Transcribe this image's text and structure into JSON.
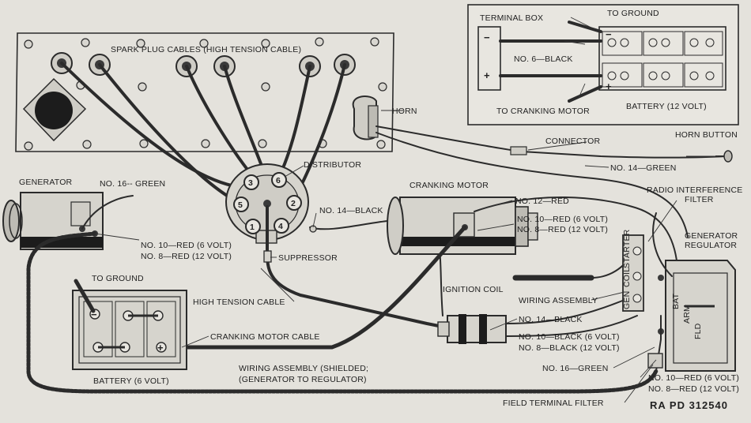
{
  "labels": {
    "spark_plug_cables": "SPARK PLUG CABLES (HIGH TENSION CABLE)",
    "terminal_box": "TERMINAL BOX",
    "to_ground_top": "TO GROUND",
    "no6_black": "NO. 6—BLACK",
    "to_cranking_motor": "TO CRANKING MOTOR",
    "battery_12": "BATTERY (12 VOLT)",
    "horn": "HORN",
    "connector": "CONNECTOR",
    "horn_button": "HORN BUTTON",
    "no14_green": "NO. 14—GREEN",
    "generator": "GENERATOR",
    "no16_green_left": "NO. 16-- GREEN",
    "distributor": "DISTRIBUTOR",
    "no14_black_dist": "NO. 14—BLACK",
    "cranking_motor": "CRANKING MOTOR",
    "no12_red": "NO. 12—RED",
    "radio_filter_1": "RADIO INTERFERENCE",
    "radio_filter_2": "FILTER",
    "no10_red_6v_mid": "NO. 10—RED (6 VOLT)",
    "no8_red_12v_mid": "NO. 8—RED (12 VOLT)",
    "gen_reg_1": "GENERATOR",
    "gen_reg_2": "REGULATOR",
    "no10_red_6v_left": "NO. 10—RED (6 VOLT)",
    "no8_red_12v_left": "NO. 8—RED (12 VOLT)",
    "suppressor": "SUPPRESSOR",
    "to_ground_bottom": "TO GROUND",
    "ignition_coil": "IGNITION COIL",
    "wiring_assembly": "WIRING ASSEMBLY",
    "high_tension_cable": "HIGH TENSION CABLE",
    "no14_black_coil": "NO. 14—BLACK",
    "cranking_motor_cable": "CRANKING MOTOR CABLE",
    "no10_black_6v": "NO. 10—BLACK (6 VOLT)",
    "no8_black_12v": "NO. 8—BLACK (12 VOLT)",
    "no16_green_right": "NO. 16—GREEN",
    "battery_6": "BATTERY (6 VOLT)",
    "wiring_shielded_1": "WIRING ASSEMBLY (SHIELDED;",
    "wiring_shielded_2": "(GENERATOR TO REGULATOR)",
    "no10_red_6v_right": "NO. 10—RED (6 VOLT)",
    "no8_red_12v_right": "NO. 8—RED (12 VOLT)",
    "field_terminal_filter": "FIELD TERMINAL FILTER",
    "plate_id": "RA PD  312540"
  },
  "distributor_terminals": [
    "1",
    "2",
    "3",
    "4",
    "5",
    "6"
  ],
  "battery_polarity": {
    "minus": "−",
    "plus": "+"
  },
  "regulator_terminals": {
    "bat": "BAT",
    "arm": "ARM",
    "fld": "FLD"
  },
  "filter_terminals": {
    "starter": "STARTER",
    "coil": "COIL",
    "gen": "GEN"
  },
  "colors": {
    "paper": "#e4e2dc",
    "ink": "#2b2b2b"
  }
}
